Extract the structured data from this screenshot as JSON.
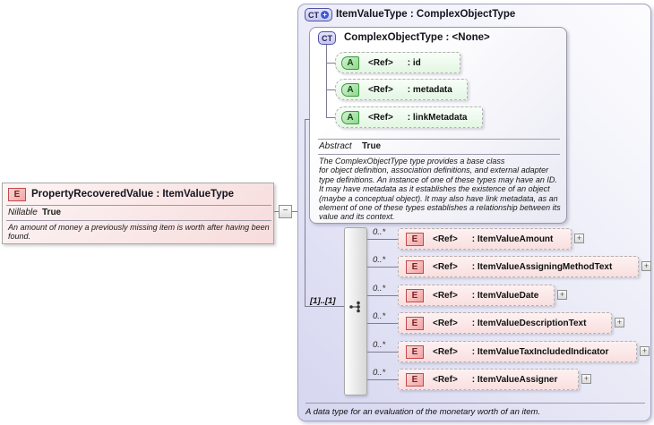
{
  "left_element": {
    "icon": "E",
    "title": "PropertyRecoveredValue : ItemValueType",
    "nillable_label": "Nillable",
    "nillable_value": "True",
    "description": "An amount of money a previously missing item is worth after having been found."
  },
  "connector": {
    "collapse_glyph": "−"
  },
  "type_box": {
    "icon_text": "CT",
    "icon_plus": "+",
    "title": "ItemValueType : ComplexObjectType",
    "base_type": {
      "icon_text": "CT",
      "title": "ComplexObjectType : <None>",
      "attributes": [
        {
          "icon": "A",
          "ref": "<Ref>",
          "name": ": id"
        },
        {
          "icon": "A",
          "ref": "<Ref>",
          "name": ": metadata"
        },
        {
          "icon": "A",
          "ref": "<Ref>",
          "name": ": linkMetadata"
        }
      ],
      "abstract_label": "Abstract",
      "abstract_value": "True",
      "description": "The ComplexObjectType type provides a base class\nfor object definition, association definitions, and external adapter type definitions. An instance of one of these types may have an ID. It may have metadata as it establishes the existence of an object (maybe a conceptual object). It may also have link metadata, as an element of one of these types establishes a relationship between its value and its context."
    },
    "cardinality": "[1]..[1]",
    "elements": [
      {
        "icon": "E",
        "occurrence": "0..*",
        "ref": "<Ref>",
        "name": ": ItemValueAmount",
        "expand": "+"
      },
      {
        "icon": "E",
        "occurrence": "0..*",
        "ref": "<Ref>",
        "name": ": ItemValueAssigningMethodText",
        "expand": "+"
      },
      {
        "icon": "E",
        "occurrence": "0..*",
        "ref": "<Ref>",
        "name": ": ItemValueDate",
        "expand": "+"
      },
      {
        "icon": "E",
        "occurrence": "0..*",
        "ref": "<Ref>",
        "name": ": ItemValueDescriptionText",
        "expand": "+"
      },
      {
        "icon": "E",
        "occurrence": "0..*",
        "ref": "<Ref>",
        "name": ": ItemValueTaxIncludedIndicator",
        "expand": "+"
      },
      {
        "icon": "E",
        "occurrence": "0..*",
        "ref": "<Ref>",
        "name": ": ItemValueAssigner",
        "expand": "+"
      }
    ],
    "annotation": "A data type for an evaluation of the monetary worth of an item."
  },
  "colors": {
    "element_accent": "#c34a4a",
    "attribute_accent": "#3c9a3c",
    "type_accent": "#5050a8",
    "container_fill": "#d5d6f0"
  }
}
